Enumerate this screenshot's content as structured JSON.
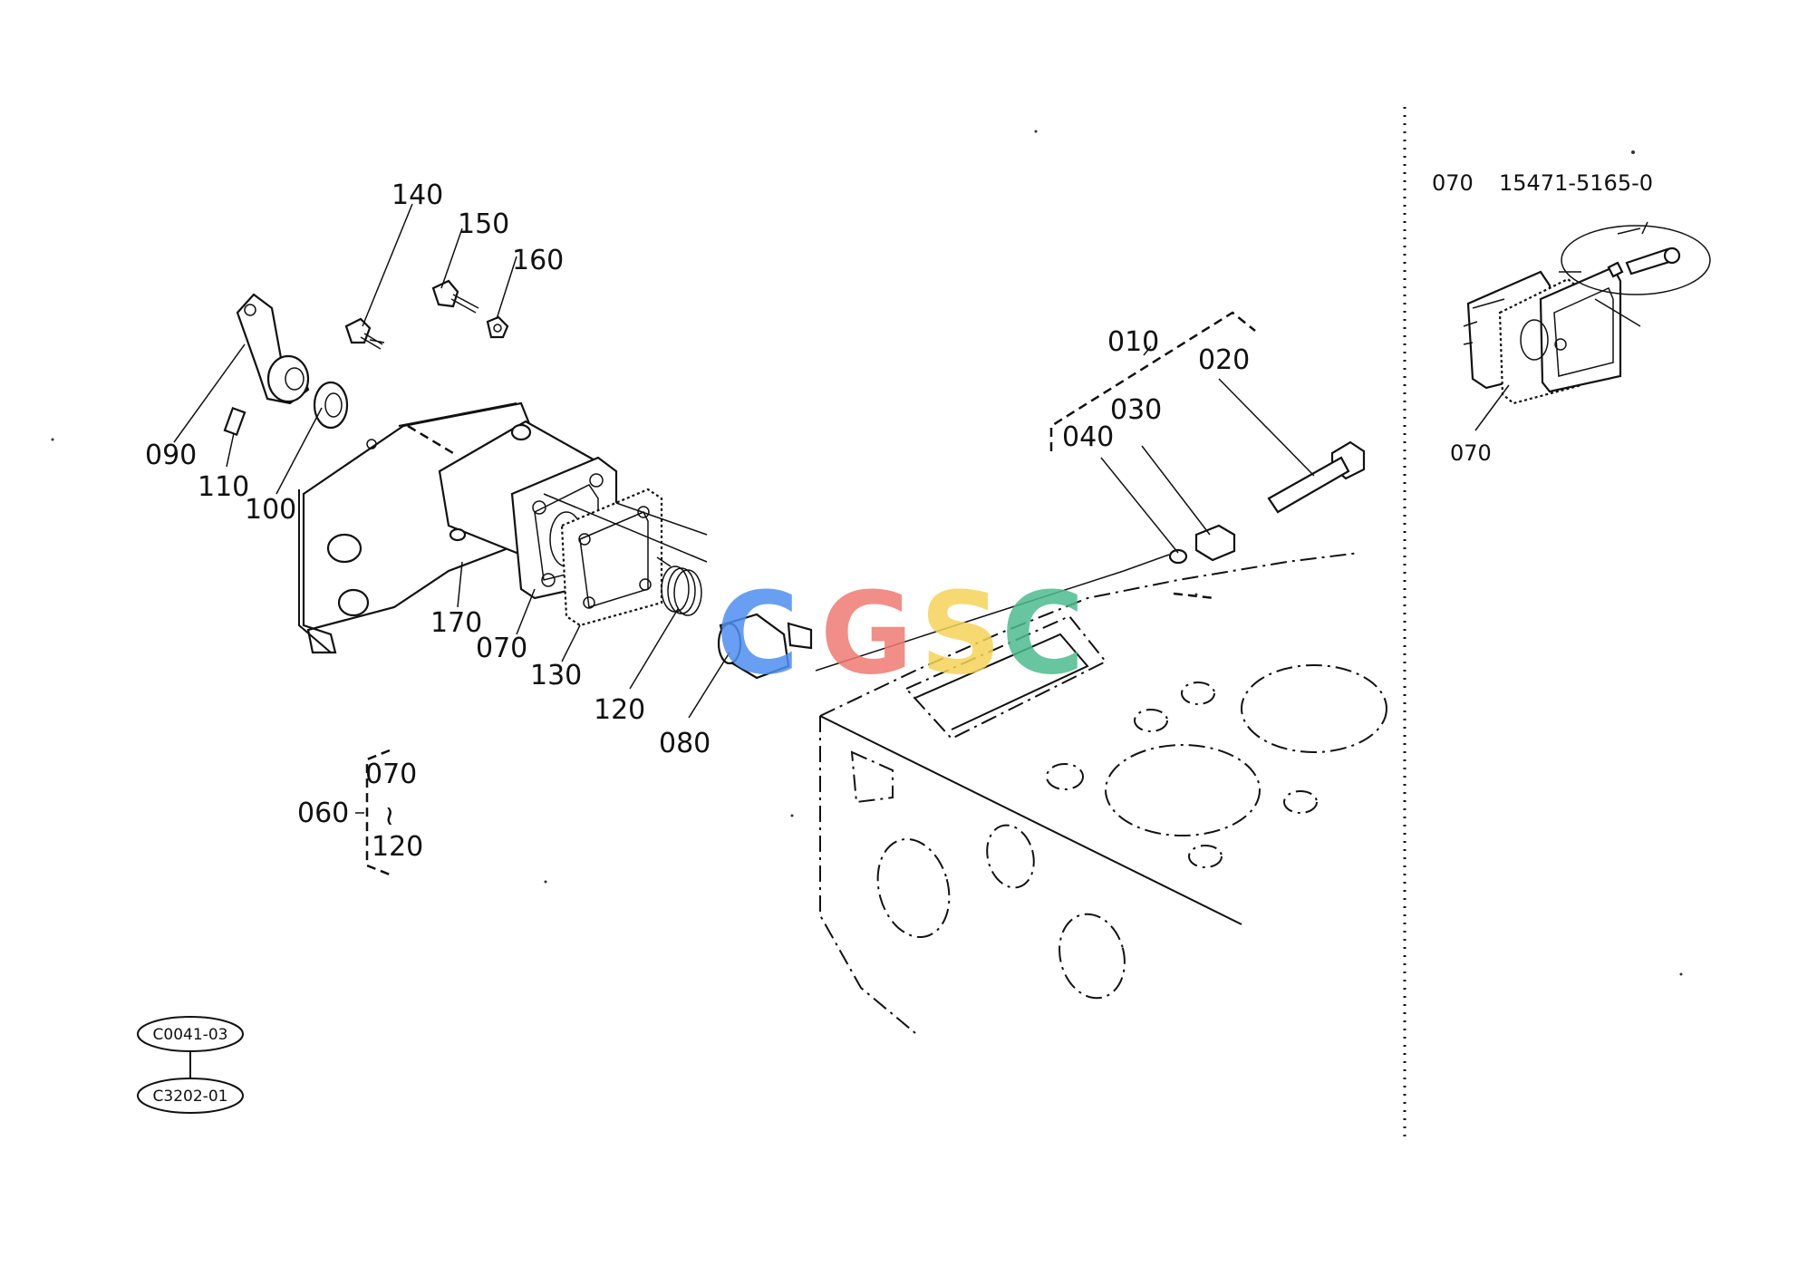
{
  "callouts": {
    "c140": "140",
    "c150": "150",
    "c160": "160",
    "c090": "090",
    "c110": "110",
    "c100": "100",
    "c170": "170",
    "c070": "070",
    "c130": "130",
    "c120": "120",
    "c080": "080",
    "c010": "010",
    "c020": "020",
    "c030": "030",
    "c040": "040"
  },
  "assembly_group": {
    "parent": "060",
    "from": "070",
    "tilde": "~",
    "to": "120"
  },
  "references": {
    "top": "C0041-03",
    "bottom": "C3202-01"
  },
  "inset": {
    "header_item": "070",
    "header_part_number": "15471-5165-0",
    "callout": "070"
  },
  "watermark": {
    "letters": [
      "C",
      "G",
      "S",
      "C"
    ],
    "colors": [
      "#4f8ff0",
      "#ef7b73",
      "#f6d35a",
      "#4dbb8f"
    ]
  }
}
